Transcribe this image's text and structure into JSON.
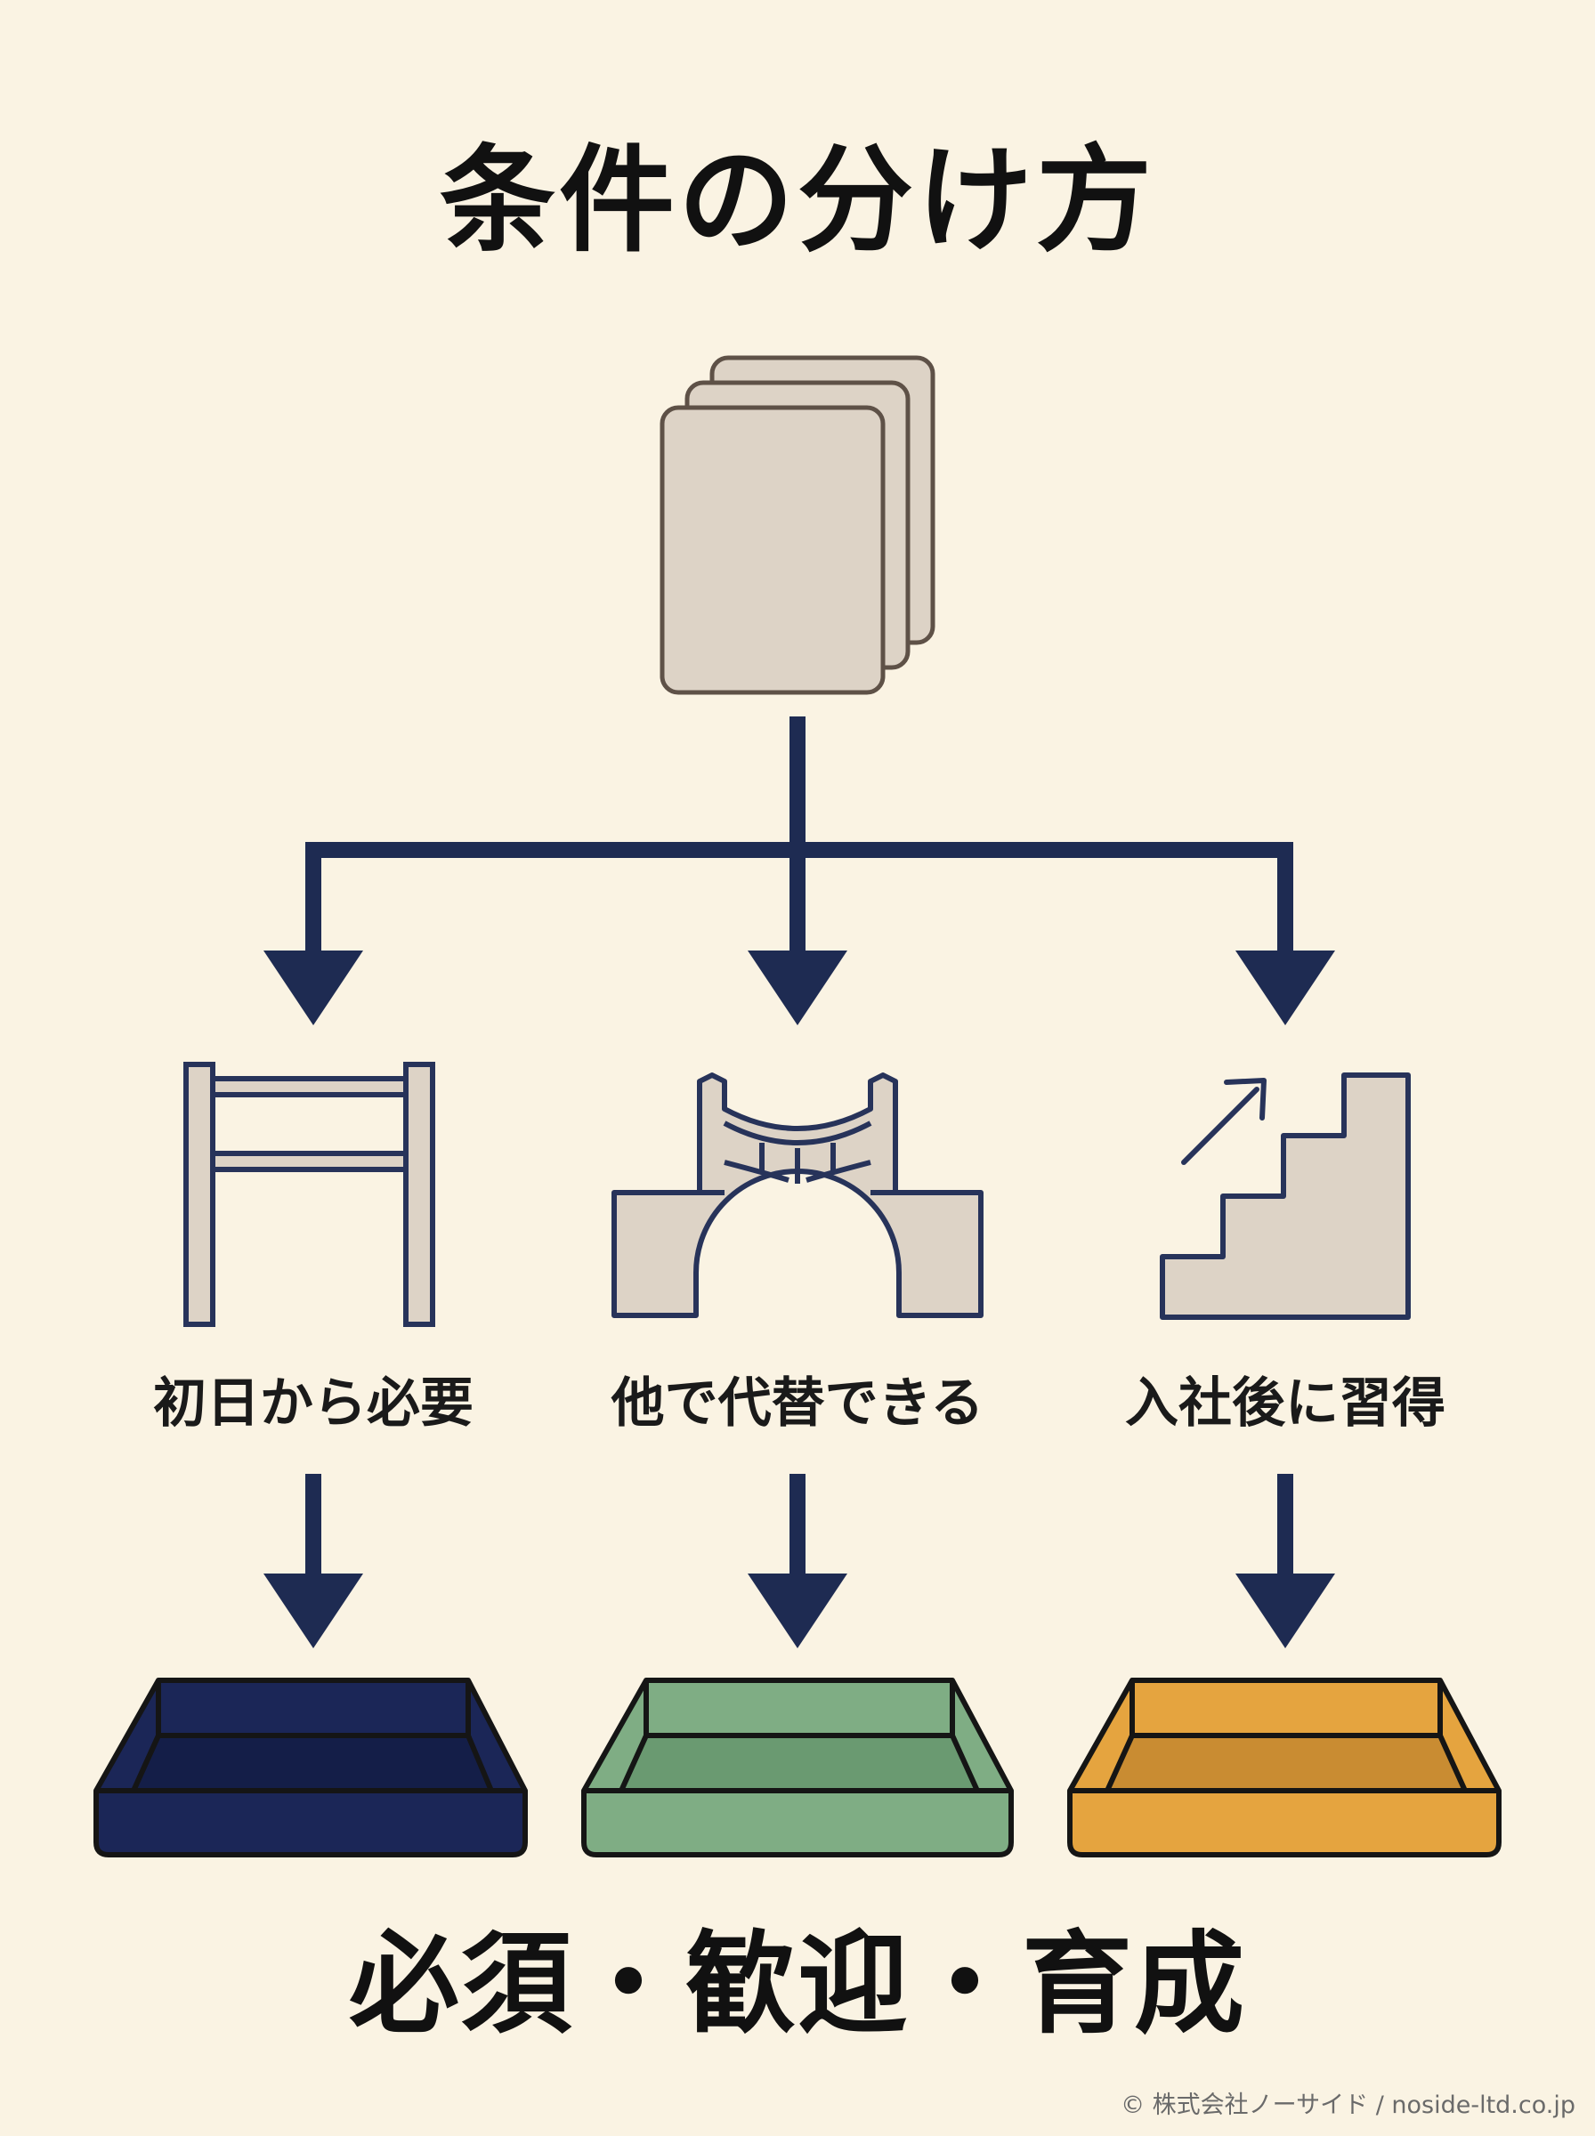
{
  "title": "条件の分け方",
  "categories": [
    {
      "label": "初日から必要",
      "icon": "goal-frame-icon",
      "tray": "navy-tray"
    },
    {
      "label": "他で代替できる",
      "icon": "bridge-icon",
      "tray": "green-tray"
    },
    {
      "label": "入社後に習得",
      "icon": "stairs-growth-icon",
      "tray": "gold-tray"
    }
  ],
  "summary": "必須・歓迎・育成",
  "copyright": "© 株式会社ノーサイド / noside-ltd.co.jp",
  "colors": {
    "background": "#faf3e3",
    "arrow": "#1e2b52",
    "icon_fill": "#ddd3c6",
    "icon_stroke": "#27335a",
    "tray_navy": "#1b2657",
    "tray_green": "#7fad84",
    "tray_gold": "#e5a43f"
  }
}
